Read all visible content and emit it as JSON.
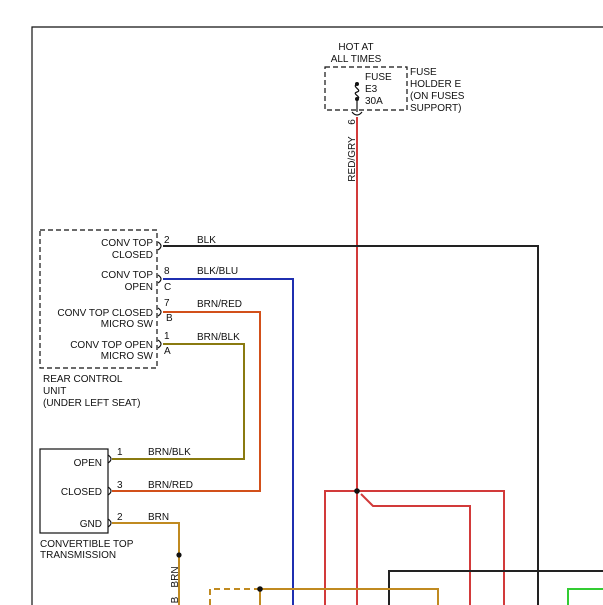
{
  "header": {
    "hot_line1": "HOT AT",
    "hot_line2": "ALL TIMES"
  },
  "fuse": {
    "label": "FUSE",
    "id": "E3",
    "rating": "30A",
    "pin": "6"
  },
  "fuse_holder": {
    "lines": [
      "FUSE",
      "HOLDER E",
      "(ON FUSES",
      "SUPPORT)"
    ]
  },
  "power_wire": {
    "color_code": "RED/GRY"
  },
  "control_unit": {
    "name_lines": [
      "REAR CONTROL",
      "UNIT",
      "(UNDER LEFT SEAT)"
    ],
    "terminals": [
      {
        "line1": "CONV TOP",
        "line2": "CLOSED",
        "pin": "2",
        "wire": "BLK"
      },
      {
        "line1": "CONV TOP",
        "line2": "OPEN",
        "pin": "8",
        "letter": "C",
        "wire": "BLK/BLU"
      },
      {
        "line1": "CONV TOP CLOSED",
        "line2": "MICRO SW",
        "pin": "7",
        "letter": "B",
        "wire": "BRN/RED"
      },
      {
        "line1": "CONV TOP OPEN",
        "line2": "MICRO SW",
        "pin": "1",
        "letter": "A",
        "wire": "BRN/BLK"
      }
    ]
  },
  "transmission": {
    "name_lines": [
      "CONVERTIBLE TOP",
      "TRANSMISSION"
    ],
    "terminals": [
      {
        "label": "OPEN",
        "pin": "1",
        "wire": "BRN/BLK"
      },
      {
        "label": "CLOSED",
        "pin": "3",
        "wire": "BRN/RED"
      },
      {
        "label": "GND",
        "pin": "2",
        "wire": "BRN"
      }
    ]
  },
  "ground_wire": {
    "color_code": "BRN",
    "connector": "B"
  },
  "colors": {
    "black": "#222222",
    "blue": "#1f2fb0",
    "red": "#d23a3a",
    "orange": "#d2501a",
    "olive": "#8a7a10",
    "brown": "#c08a20",
    "green": "#33cc33"
  }
}
